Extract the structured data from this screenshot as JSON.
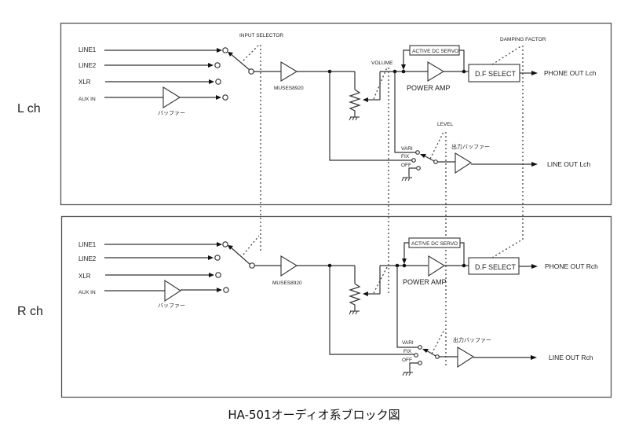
{
  "title": "HA-501オーディオ系ブロック図",
  "channels": [
    {
      "id": "L",
      "label": "L ch",
      "inputs": [
        "LINE1",
        "LINE2",
        "XLR",
        "AUX IN"
      ],
      "input_buffer_label": "バッファー",
      "input_selector_label": "INPUT SELECTOR",
      "preamp_label": "MUSES8920",
      "volume_label": "VOLUME",
      "servo_label": "ACTIVE DC SERVO",
      "power_amp_label": "POWER AMP",
      "df_select_label": "D.F SELECT",
      "damping_factor_label": "DAMPING FACTOR",
      "phone_out_label": "PHONE OUT Lch",
      "level_label": "LEVEL",
      "level_positions": [
        "VARI",
        "FIX",
        "OFF"
      ],
      "output_buffer_label": "出力バッファー",
      "line_out_label": "LINE OUT Lch"
    },
    {
      "id": "R",
      "label": "R ch",
      "inputs": [
        "LINE1",
        "LINE2",
        "XLR",
        "AUX IN"
      ],
      "input_buffer_label": "バッファー",
      "preamp_label": "MUSES8920",
      "servo_label": "ACTIVE DC SERVO",
      "power_amp_label": "POWER AMP",
      "df_select_label": "D.F SELECT",
      "phone_out_label": "PHONE OUT Rch",
      "level_positions": [
        "VARI",
        "FIX",
        "OFF"
      ],
      "output_buffer_label": "出力バッファー",
      "line_out_label": "LINE OUT Rch"
    }
  ]
}
